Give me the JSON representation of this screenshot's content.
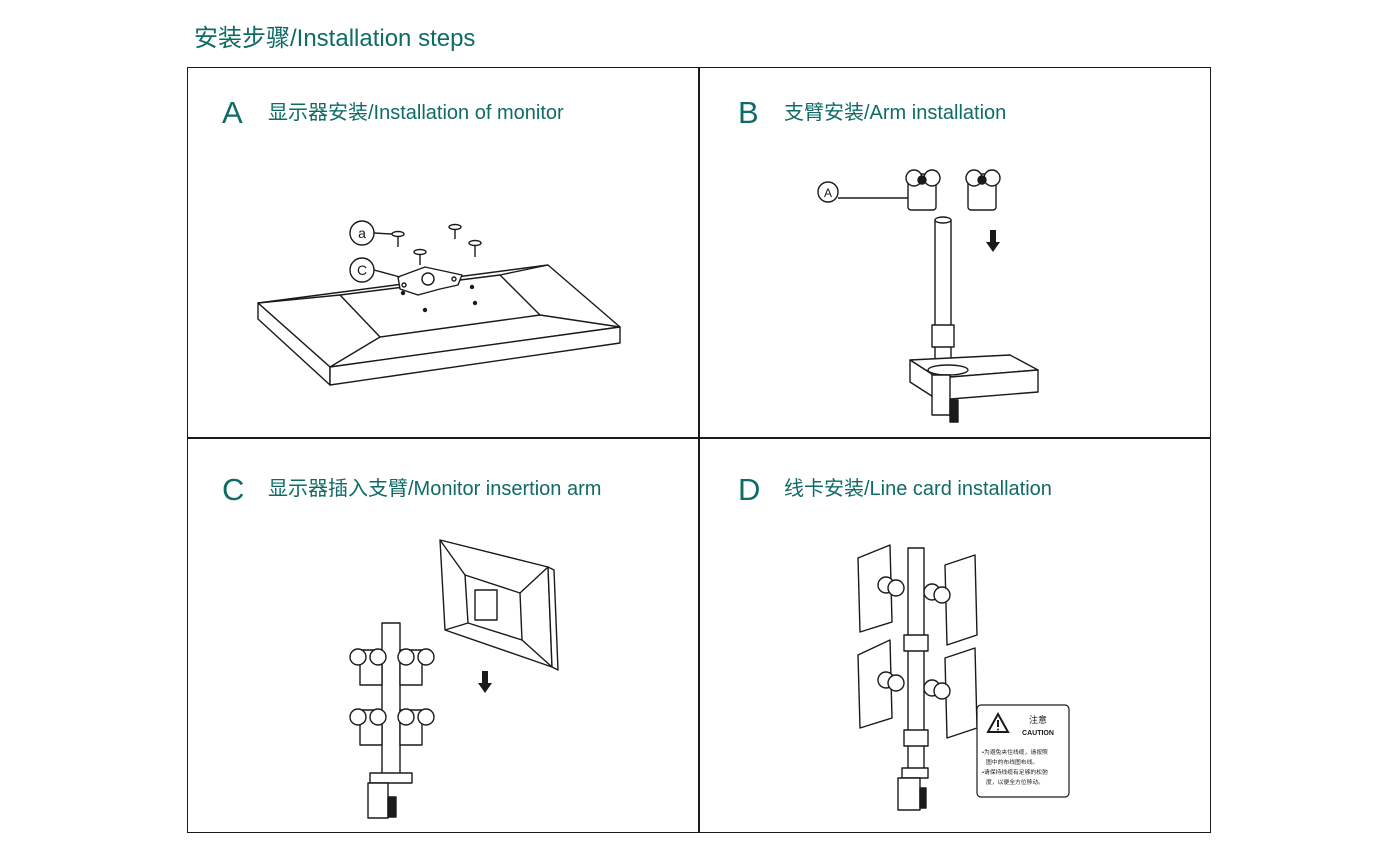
{
  "page": {
    "title": "安装步骤/Installation steps"
  },
  "steps": [
    {
      "letter": "A",
      "title": "显示器安装/Installation of monitor",
      "callouts": [
        "a",
        "C"
      ]
    },
    {
      "letter": "B",
      "title": "支臂安装/Arm installation",
      "callouts": [
        "A"
      ]
    },
    {
      "letter": "C",
      "title": "显示器插入支臂/Monitor insertion arm"
    },
    {
      "letter": "D",
      "title": "线卡安装/Line card installation",
      "caution": {
        "title_cn": "注意",
        "title_en": "CAUTION",
        "lines": [
          "•为避免夹住线缆，请按照",
          "图中的布线图布线。",
          "•请保持线缆有足够的松弛",
          "度，以便全方位移动。"
        ]
      }
    }
  ],
  "colors": {
    "accent": "#0f6b66",
    "line": "#1a1a1a"
  }
}
